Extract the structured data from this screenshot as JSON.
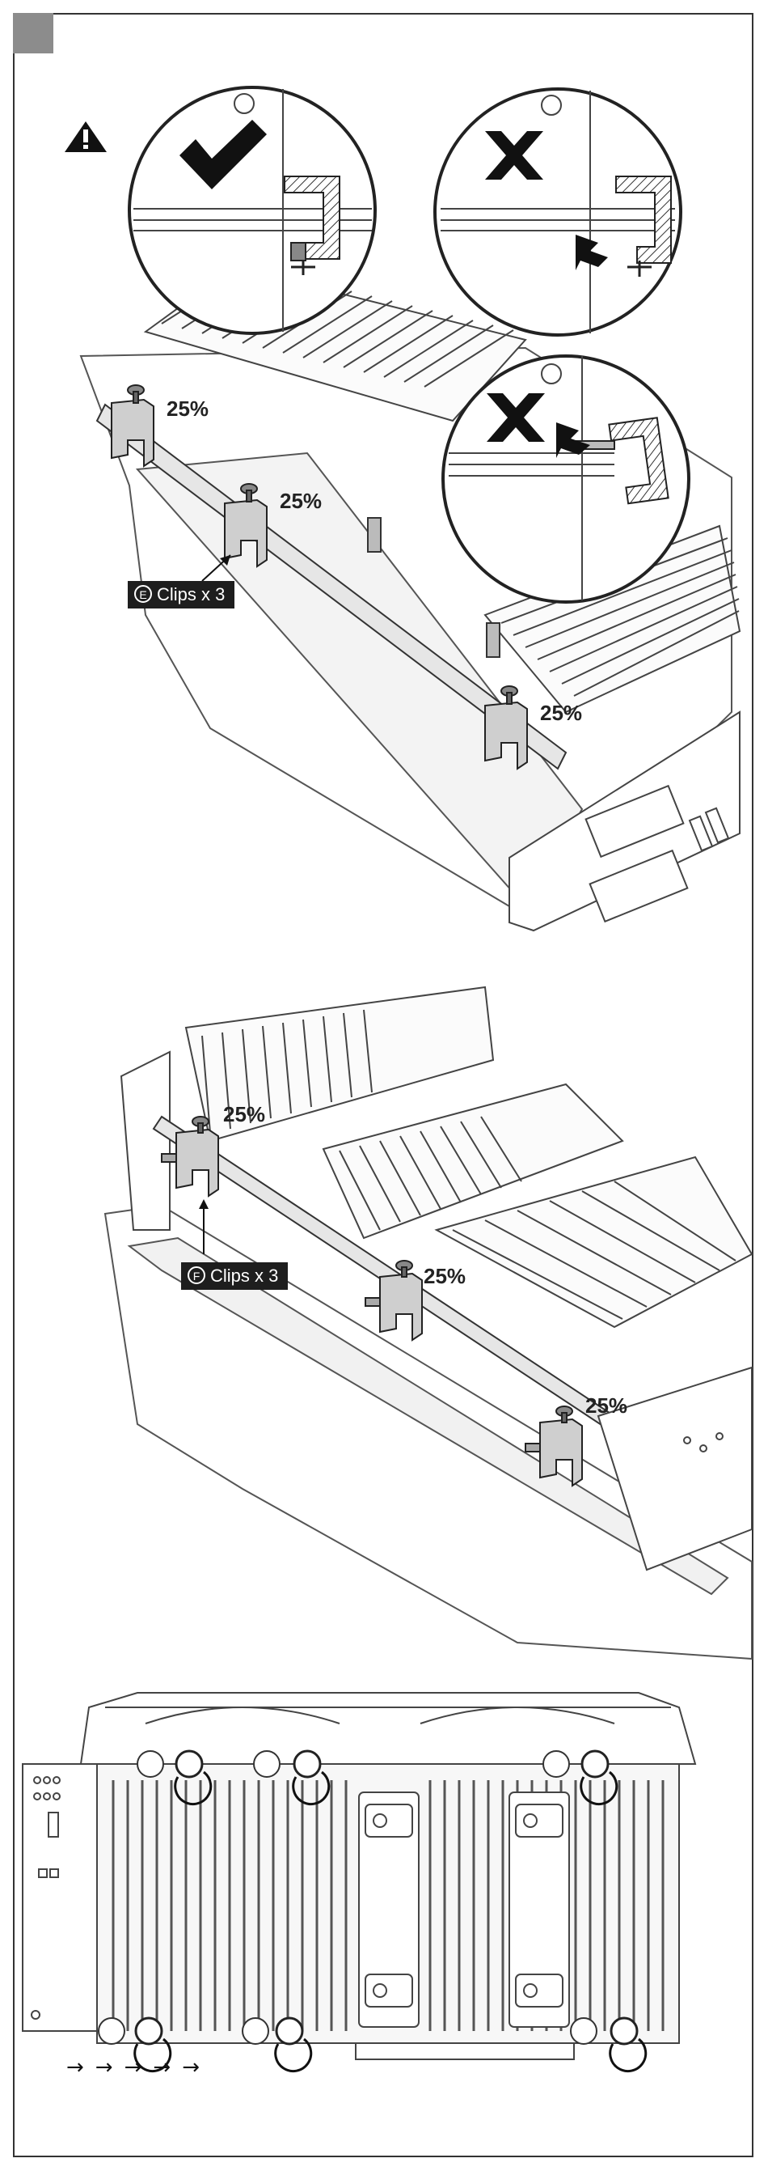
{
  "section_tab": {
    "color": "#8c8c8c"
  },
  "warning": {
    "icon": "warning-triangle-icon"
  },
  "step_e": {
    "ok_icon": "checkmark-icon",
    "wrong_icon": "cross-icon",
    "percent_labels": [
      "25%",
      "25%",
      "25%"
    ],
    "clips_letter": "E",
    "clips_text": "Clips x 3"
  },
  "step_f": {
    "percent_labels": [
      "25%",
      "25%",
      "25%"
    ],
    "clips_letter": "F",
    "clips_text": "Clips x 3"
  },
  "step_screws": {
    "arrows": [
      "→",
      "→",
      "→",
      "→",
      "→"
    ]
  }
}
